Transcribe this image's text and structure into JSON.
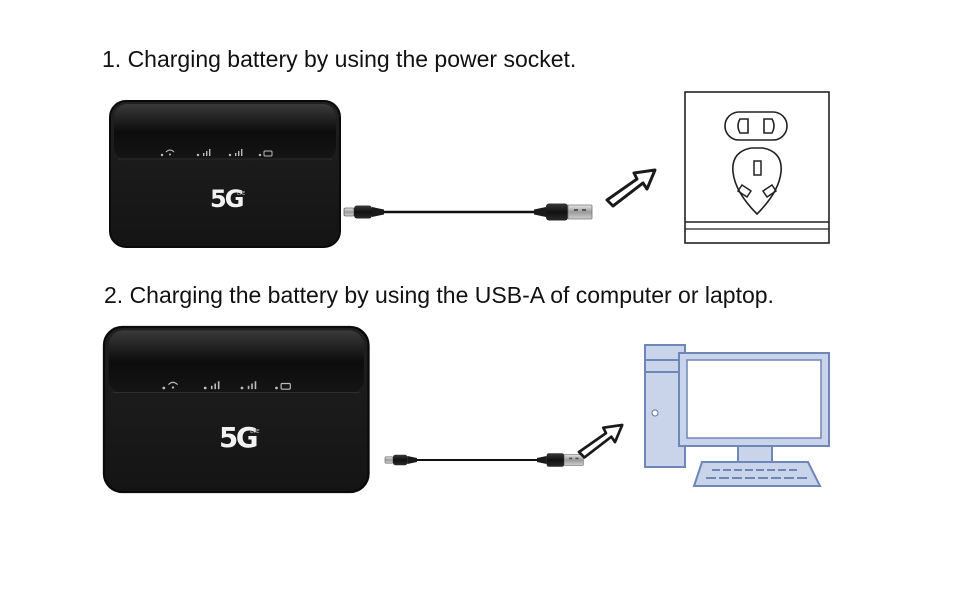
{
  "steps": [
    {
      "title": "1. Charging battery by using the power socket.",
      "device_logo": "5G",
      "device_icons": [
        "wifi-icon",
        "signal-icon",
        "signal-icon",
        "battery-icon"
      ],
      "cable": "usb-cable",
      "target": "power-socket-icon"
    },
    {
      "title": "2. Charging the battery by using the USB-A of computer or laptop.",
      "device_logo": "5G",
      "device_icons": [
        "wifi-icon",
        "signal-icon",
        "signal-icon",
        "battery-icon"
      ],
      "cable": "usb-cable",
      "target": "computer-icon"
    }
  ],
  "colors": {
    "device_body": "#1c1c1c",
    "computer_line": "#6e86b8",
    "computer_fill": "#c9d3ea",
    "socket_line": "#222222"
  }
}
